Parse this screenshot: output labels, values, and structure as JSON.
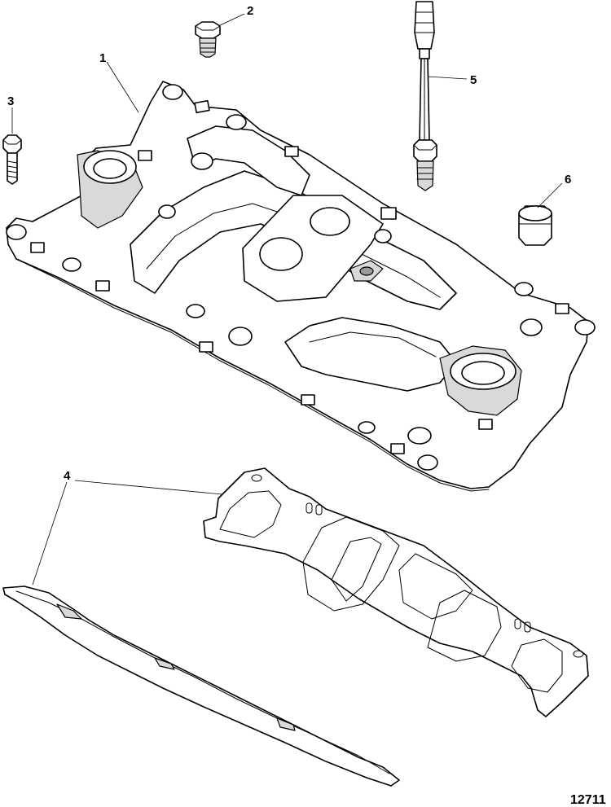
{
  "diagram": {
    "callouts": [
      {
        "id": "1",
        "label": "1"
      },
      {
        "id": "2",
        "label": "2"
      },
      {
        "id": "3",
        "label": "3"
      },
      {
        "id": "4",
        "label": "4"
      },
      {
        "id": "5",
        "label": "5"
      },
      {
        "id": "6",
        "label": "6"
      }
    ],
    "figure_number": "12711",
    "parts": [
      {
        "callout": "1",
        "icon": "intake-manifold-icon"
      },
      {
        "callout": "2",
        "icon": "pipe-plug-icon"
      },
      {
        "callout": "3",
        "icon": "bolt-icon"
      },
      {
        "callout": "4",
        "icon": "manifold-gasket-icon"
      },
      {
        "callout": "5",
        "icon": "temperature-sensor-icon"
      },
      {
        "callout": "6",
        "icon": "cup-plug-icon"
      }
    ]
  }
}
